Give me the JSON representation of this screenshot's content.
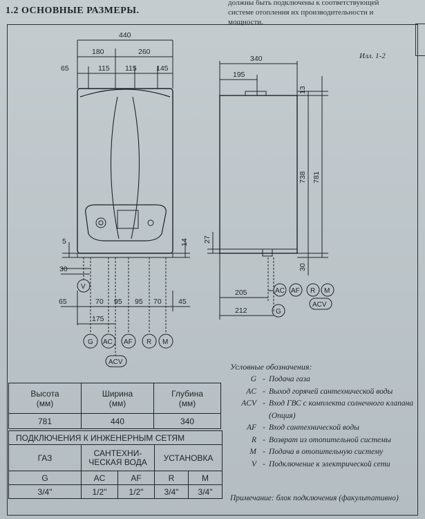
{
  "header": {
    "section_title": "1.2  ОСНОВНЫЕ РАЗМЕРЫ.",
    "intro_lines": [
      "должны быть подключены к соответствующей",
      "системе отопления их производительности и",
      "мощности."
    ]
  },
  "illustration_label": "Илл. 1-2",
  "front_view": {
    "top_dims": [
      "440",
      "180",
      "260",
      "65",
      "115",
      "115",
      "145"
    ],
    "side_dims": [
      "5",
      "14",
      "30"
    ],
    "bottom_dims": [
      "65",
      "70",
      "95",
      "95",
      "70",
      "45",
      "175"
    ],
    "connections": [
      "V",
      "G",
      "AC",
      "AF",
      "R",
      "M",
      "ACV"
    ]
  },
  "side_view": {
    "top_dims": [
      "340",
      "195"
    ],
    "right_dims": [
      "13",
      "738",
      "781",
      "30"
    ],
    "left_dims": [
      "27"
    ],
    "bottom_dims": [
      "205",
      "212"
    ],
    "connections": [
      "AC",
      "AF",
      "R",
      "M",
      "ACV",
      "G"
    ]
  },
  "spec_table": {
    "headers": [
      "Высота\n(мм)",
      "Ширина\n(мм)",
      "Глубина\n(мм)"
    ],
    "values": [
      "781",
      "440",
      "340"
    ]
  },
  "connections_table": {
    "title": "ПОДКЛЮЧЕНИЯ К ИНЖЕНЕРНЫМ СЕТЯМ",
    "groups": [
      "ГАЗ",
      "САНТЕХНИ-\nЧЕСКАЯ ВОДА",
      "УСТАНОВКА"
    ],
    "codes": [
      "G",
      "AC",
      "AF",
      "R",
      "M"
    ],
    "sizes": [
      "3/4\"",
      "1/2\"",
      "1/2\"",
      "3/4\"",
      "3/4\""
    ]
  },
  "legend": {
    "title": "Условные обозначения:",
    "items": [
      {
        "code": "G",
        "text": "Подача газа"
      },
      {
        "code": "AC",
        "text": "Выход горячей сантехнической воды"
      },
      {
        "code": "ACV",
        "text": "Вход ГВС с комплекта солнечного клапана (Опция)"
      },
      {
        "code": "AF",
        "text": "Вход сантехнической воды"
      },
      {
        "code": "R",
        "text": "Возврат из отопительной системы"
      },
      {
        "code": "M",
        "text": "Подача в отопительную систему"
      },
      {
        "code": "V",
        "text": "Подключение к электрической сети"
      }
    ],
    "note": "Примечание: блок подключения (факультативно)"
  }
}
